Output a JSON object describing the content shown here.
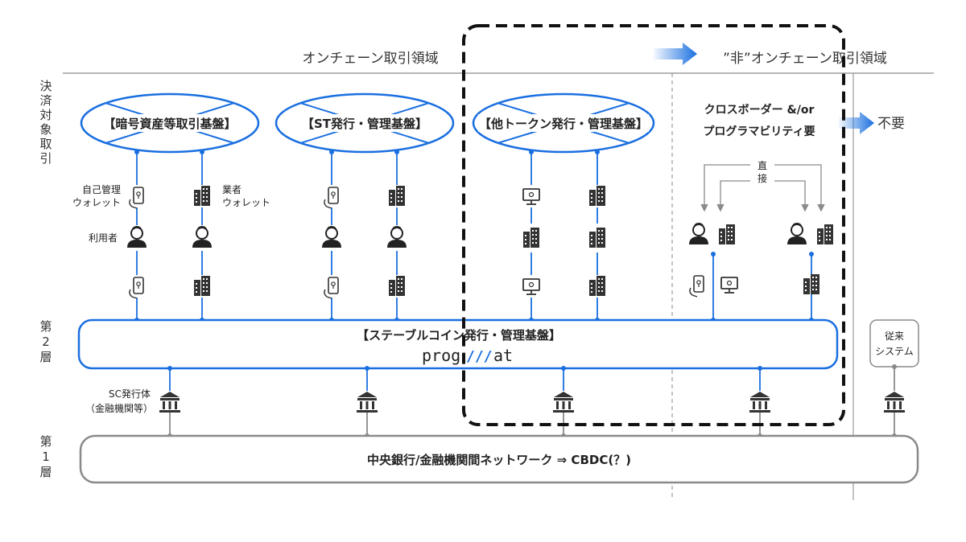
{
  "regions": {
    "onchain": "オンチェーン取引領域",
    "nonchain": "”非”オンチェーン取引領域"
  },
  "side_labels": {
    "settlement": "決済対象取引",
    "layer2": "第2層",
    "layer1": "第1層"
  },
  "platforms": {
    "crypto": "【暗号資産等取引基盤】",
    "st": "【ST発行・管理基盤】",
    "other_token": "【他トークン発行・管理基盤】"
  },
  "crossborder": {
    "line1": "クロスボーダー &/or",
    "line2": "プログラマビリティ要",
    "unnecessary": "不要",
    "direct_1": "直",
    "direct_2": "接"
  },
  "wallet_labels": {
    "self_custody_1": "自己管理",
    "self_custody_2": "ウォレット",
    "custodial_1": "業者",
    "custodial_2": "ウォレット",
    "user": "利用者"
  },
  "stablecoin": {
    "title": "【ステーブルコイン発行・管理基盤】",
    "logo_left": "prog",
    "logo_mid": "///",
    "logo_right": "at"
  },
  "legacy": {
    "line1": "従来",
    "line2": "システム"
  },
  "issuer": {
    "line1": "SC発行体",
    "line2": "（金融機関等）"
  },
  "network": {
    "label": "中央銀行/金融機関間ネットワーク ⇒ CBDC(？)"
  },
  "colors": {
    "blue": "#1a6fe0",
    "gray": "#8a8a8a",
    "dark": "#222222"
  }
}
